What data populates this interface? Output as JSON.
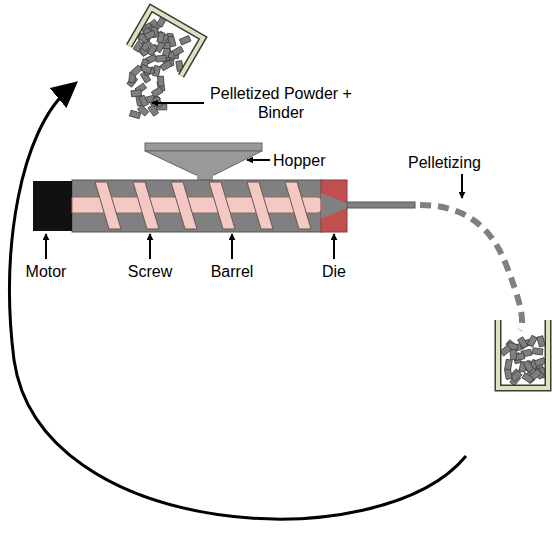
{
  "diagram": {
    "labels": [
      "Pelletized Powder + Binder",
      "Hopper",
      "Pelletizing",
      "Motor",
      "Screw",
      "Barrel",
      "Die"
    ]
  }
}
